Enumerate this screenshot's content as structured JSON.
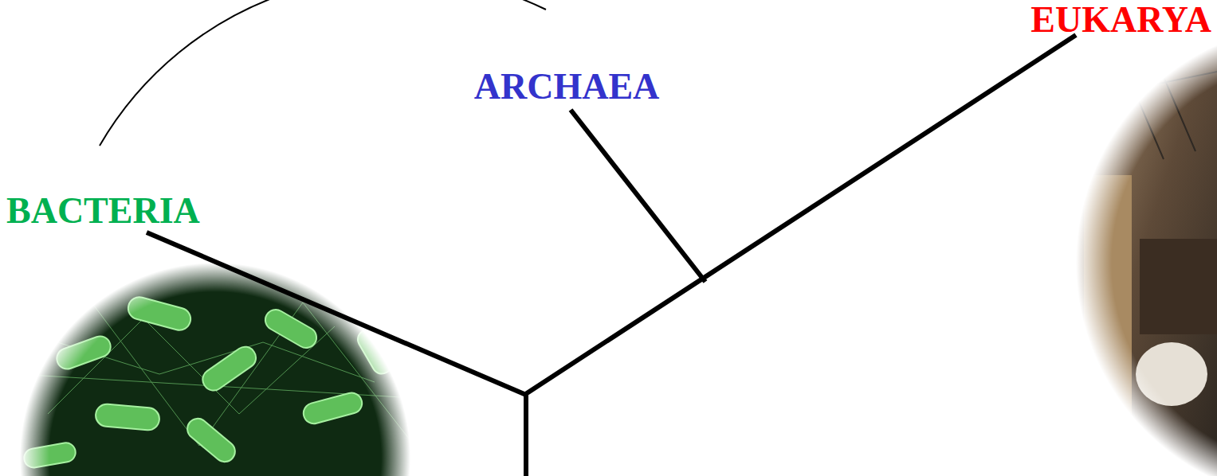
{
  "diagram": {
    "labels": [
      "EUKARYA",
      "ARCHAEA",
      "BACTERIA"
    ]
  }
}
